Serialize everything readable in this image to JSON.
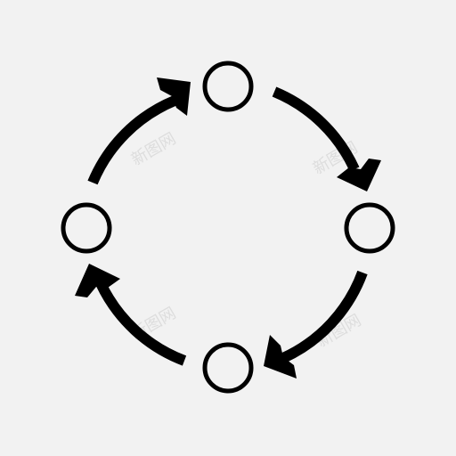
{
  "icon": {
    "name": "cycle-process-icon",
    "stroke_color": "#000000",
    "background_color": "#f2f2f2",
    "nodes": 4,
    "arrows": 4,
    "direction": "clockwise"
  },
  "watermarks": [
    {
      "text": "新图网"
    },
    {
      "text": "新图网"
    },
    {
      "text": "新图网"
    },
    {
      "text": "新图网"
    }
  ]
}
